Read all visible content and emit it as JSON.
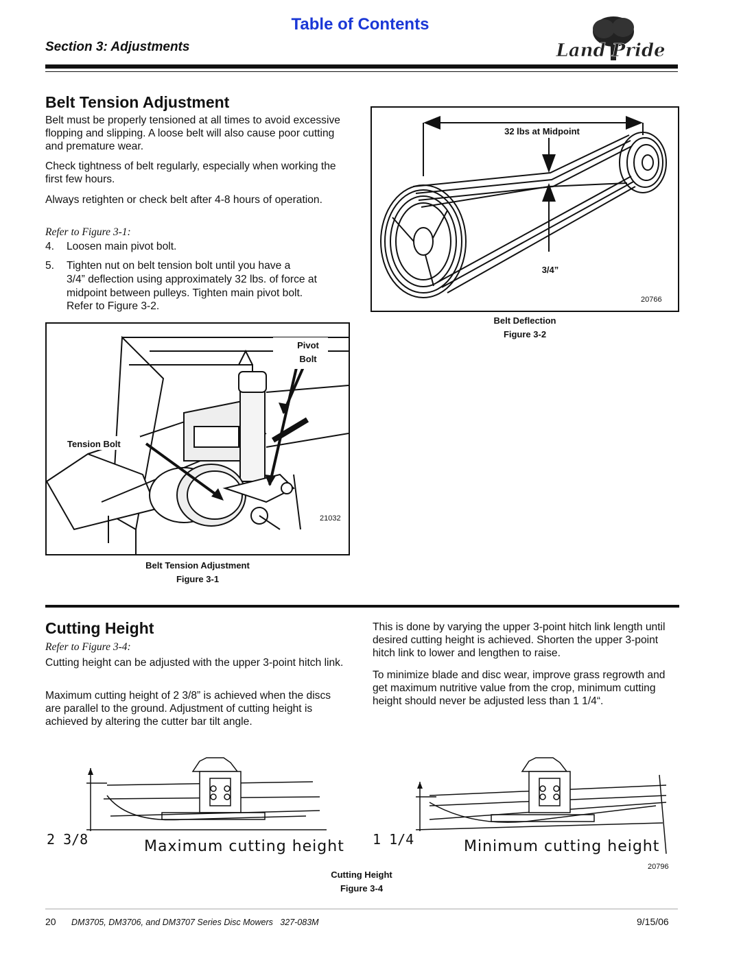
{
  "header": {
    "toc_link": "Table of Contents",
    "section_title": "Section 3: Adjustments",
    "logo_text": "Land Pride"
  },
  "belt": {
    "heading": "Belt Tension Adjustment",
    "p1": "Belt must be properly tensioned at all times to avoid excessive flopping and slipping. A loose belt will also cause poor cutting and premature wear.",
    "p2": "Check tightness of belt regularly, especially when working the first few hours.",
    "p3": "Always retighten or check belt after 4-8 hours of operation.",
    "refer": "Refer to Figure 3-1:",
    "steps": [
      {
        "num": "4.",
        "lines": [
          "Loosen main pivot bolt."
        ]
      },
      {
        "num": "5.",
        "lines": [
          "Tighten nut on belt tension bolt until you have a",
          "3/4” deflection using approximately 32 lbs. of force at",
          "midpoint between pulleys. Tighten main pivot bolt.",
          "Refer to Figure 3-2."
        ]
      }
    ]
  },
  "fig1": {
    "label_pivot": "Pivot",
    "label_bolt": "Bolt",
    "label_tension": "Tension Bolt",
    "id": "21032",
    "caption1": "Belt Tension Adjustment",
    "caption2": "Figure 3-1"
  },
  "fig2": {
    "label_force": "32 lbs at Midpoint",
    "label_deflect": "3/4”",
    "id": "20766",
    "caption1": "Belt Deflection",
    "caption2": "Figure 3-2"
  },
  "cutting": {
    "heading": "Cutting Height",
    "refer": "Refer to Figure 3-4:",
    "p1": "Cutting height can be adjusted with the upper 3-point hitch link.",
    "p2": "Maximum cutting height of 2 3/8” is achieved when the discs are parallel to the ground. Adjustment of cutting height is achieved by altering the cutter bar tilt angle.",
    "p3": "This is done by varying the upper 3-point hitch link length until desired cutting height is achieved. Shorten the upper 3-point hitch link to lower and lengthen to raise.",
    "p4": "To minimize blade and disc wear, improve grass regrowth and get maximum nutritive value from the crop, minimum cutting height should never be adjusted less than 1 1/4“."
  },
  "fig4": {
    "max_value": "2 3/8",
    "max_label": "Maximum cutting height",
    "min_value": "1 1/4",
    "min_label": "Minimum cutting height",
    "id": "20796",
    "caption1": "Cutting Height",
    "caption2": "Figure 3-4"
  },
  "footer": {
    "page": "20",
    "title": "DM3705, DM3706, and DM3707 Series Disc Mowers   327-083M",
    "date": "9/15/06"
  }
}
